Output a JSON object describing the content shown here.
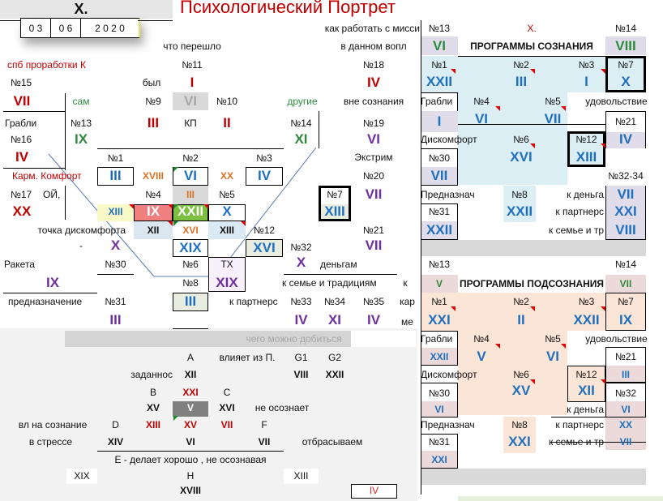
{
  "header": {
    "name": "X.",
    "title": "Психологический Портрет",
    "date": [
      "0 3",
      "0 6",
      "2 0 2 0"
    ]
  },
  "left": [
    "как работать с мисси",
    "что перешло",
    "в данном вопл",
    "спб проработки К",
    "№11",
    "№18",
    "№15",
    "был",
    "I",
    "IV",
    "VII",
    "сам",
    "№9",
    "VI",
    "№10",
    "другие",
    "вне сознания",
    "Грабли",
    "№13",
    "III",
    "КП",
    "II",
    "№14",
    "№19",
    "№16",
    "IX",
    "XI",
    "VI",
    "IV",
    "№1",
    "№2",
    "№3",
    "Экстрим",
    "Карм. Комфорт",
    "III",
    "XVIII",
    "VI",
    "XX",
    "IV",
    "№20",
    "№17",
    "ОЙ,",
    "№4",
    "III",
    "№5",
    "№7",
    "VII",
    "XX",
    "XIII",
    "IX",
    "XXII",
    "X",
    "XIII",
    "точка дискомфорта",
    "XII",
    "XVI",
    "XIII",
    "№12",
    "№21",
    "-",
    "X",
    "XIX",
    "XVI",
    "№32",
    "VII",
    "Ракета",
    "№30",
    "№6",
    "ТХ",
    "X",
    "деньгам",
    "IX",
    "№8",
    "XIX",
    "к семье и традициям",
    "к",
    "предназначение",
    "№31",
    "III",
    "к партнерс",
    "№33",
    "№34",
    "№35",
    "кар",
    "III",
    "IV",
    "XI",
    "IV",
    "ме"
  ],
  "bottom": [
    "чего можно добиться",
    "A",
    "влияет из П.",
    "G1",
    "G2",
    "заданнос",
    "XII",
    "VIII",
    "XXII",
    "B",
    "XXI",
    "C",
    "XV",
    "V",
    "XVI",
    "не осознает",
    "вл на сознание",
    "D",
    "XIII",
    "XV",
    "VII",
    "F",
    "в стрессе",
    "XIV",
    "VI",
    "VII",
    "отбрасываем",
    "E - делает хорошо , не осознавая",
    "XIX",
    "H",
    "XIII",
    "XVIII",
    "IV"
  ],
  "conscious": [
    "№13",
    "X.",
    "№14",
    "VI",
    "ПРОГРАММЫ СОЗНАНИЯ",
    "VIII",
    "№1",
    "XXII",
    "№2",
    "III",
    "№3",
    "I",
    "№7",
    "X",
    "Грабли",
    "I",
    "№4",
    "VI",
    "№5",
    "VII",
    "удовольствие",
    "№21",
    "IV",
    "Дискомфорт",
    "№6",
    "XVI",
    "№12",
    "XIII",
    "№30",
    "VII",
    "№32-34",
    "Предназнач",
    "№8",
    "XXII",
    "№31",
    "XXII",
    "к деньга",
    "VII",
    "к партнерс",
    "XXI",
    "к семье и тр",
    "VIII"
  ],
  "subconscious": [
    "№13",
    "№14",
    "V",
    "ПРОГРАММЫ ПОДСОЗНАНИЯ",
    "VII",
    "№1",
    "XXI",
    "№2",
    "II",
    "№3",
    "XXII",
    "№7",
    "IX",
    "Грабли",
    "XXII",
    "№4",
    "V",
    "№5",
    "VI",
    "удовольствие",
    "№21",
    "III",
    "Дискомфорт",
    "№6",
    "XV",
    "№12",
    "XII",
    "№32",
    "VI",
    "№30",
    "VI",
    "к деньга",
    "Предназнач",
    "№8",
    "XXI",
    "к партнерс",
    "XX",
    "к семье и тр",
    "VII",
    "№31",
    "XXI"
  ],
  "colors": {
    "accent_red": "#c00000",
    "blue": "#1f6fbf",
    "green": "#2e8b3e",
    "purple": "#7030a0",
    "conscious_bg": "#dbeef4",
    "subconscious_bg": "#fbe5d6"
  }
}
